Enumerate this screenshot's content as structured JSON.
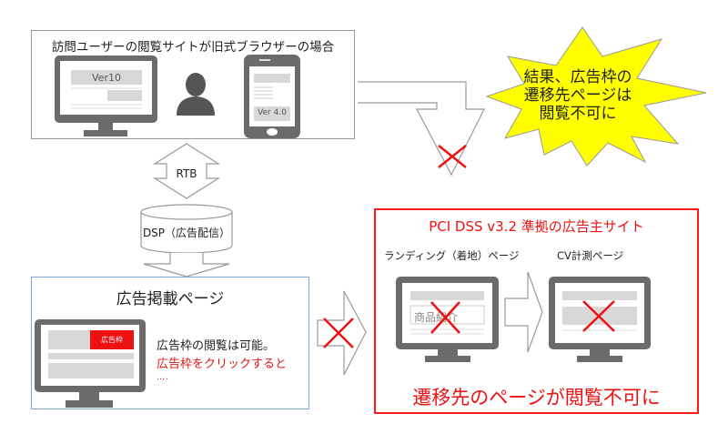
{
  "top_box": {
    "title": "訪問ユーザーの閲覧サイトが旧式ブラウザーの場合",
    "pc_label": "Ver10",
    "phone_label": "Ver 4.0"
  },
  "icons": {
    "pc": "desktop-monitor-icon",
    "user": "user-silhouette-icon",
    "phone": "smartphone-icon",
    "blocked": "red-x-icon"
  },
  "rtb": {
    "label": "RTB"
  },
  "dsp": {
    "label": "DSP（広告配信）"
  },
  "ad_page": {
    "title": "広告掲載ページ",
    "ad_slot_label": "広告枠",
    "line1": "広告枠の閲覧は可能。",
    "line2": "広告枠をクリックすると",
    "line3": "…."
  },
  "advertiser": {
    "title": "PCI DSS v3.2 準拠の広告主サイト",
    "landing_label": "ランディング（着地）ページ",
    "landing_content": "商品紹介",
    "cv_label": "CV計測ページ",
    "bottom_text": "遷移先のページが閲覧不可に"
  },
  "burst": {
    "line1": "結果、広告枠の",
    "line2": "遷移先ページは",
    "line3": "閲覧不可に"
  },
  "colors": {
    "accent_red": "#ee1111",
    "burst_yellow": "#ffff00",
    "monitor_gray": "#6b6b6b",
    "ad_box_border": "#7aa7e0"
  }
}
